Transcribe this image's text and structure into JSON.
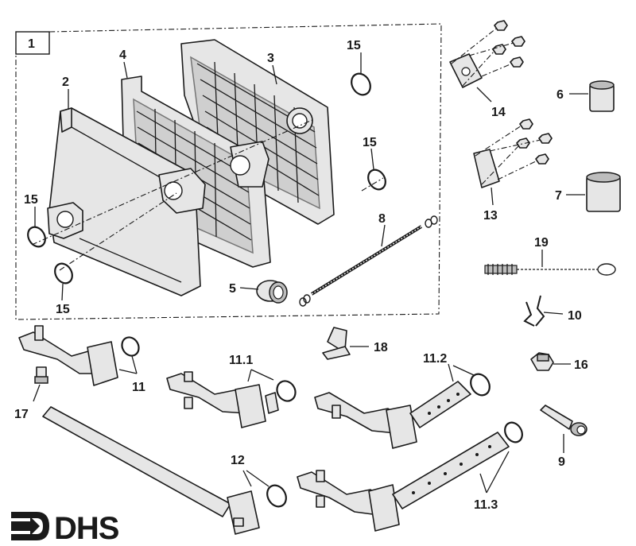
{
  "group_label": "1",
  "labels": {
    "p1": "1",
    "p2": "2",
    "p3": "3",
    "p4": "4",
    "p5": "5",
    "p6": "6",
    "p7": "7",
    "p8": "8",
    "p9": "9",
    "p10": "10",
    "p11": "11",
    "p11_1": "11.1",
    "p11_2": "11.2",
    "p11_3": "11.3",
    "p12": "12",
    "p13": "13",
    "p14": "14",
    "p15a": "15",
    "p15b": "15",
    "p15c": "15",
    "p15d": "15",
    "p16": "16",
    "p17": "17",
    "p18": "18",
    "p19": "19"
  },
  "logo": {
    "text": "DHS",
    "icon": "arrow-logo-icon"
  },
  "colors": {
    "ink": "#1a1a1a",
    "part_fill": "#e6e6e6",
    "paper": "#ffffff"
  }
}
